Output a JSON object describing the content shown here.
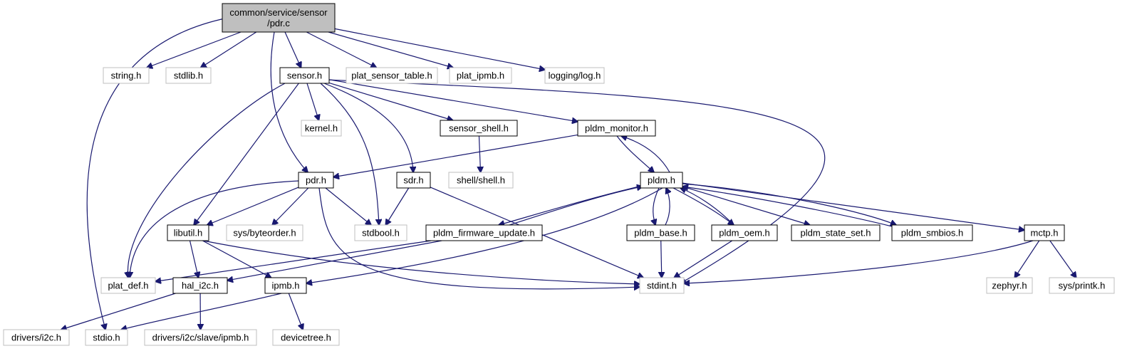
{
  "colors": {
    "edge": "#191970",
    "root_fill": "#bfbfbf",
    "root_stroke": "#000000",
    "local_stroke": "#000000",
    "external_stroke": "#bfbfbf",
    "text": "#000000"
  },
  "nodes": [
    {
      "id": "root",
      "lines": [
        "common/service/sensor",
        "/pdr.c"
      ],
      "kind": "root"
    },
    {
      "id": "string_h",
      "lines": [
        "string.h"
      ],
      "kind": "external"
    },
    {
      "id": "stdlib_h",
      "lines": [
        "stdlib.h"
      ],
      "kind": "external"
    },
    {
      "id": "sensor_h",
      "lines": [
        "sensor.h"
      ],
      "kind": "local"
    },
    {
      "id": "plat_sensor_table_h",
      "lines": [
        "plat_sensor_table.h"
      ],
      "kind": "external"
    },
    {
      "id": "plat_ipmb_h",
      "lines": [
        "plat_ipmb.h"
      ],
      "kind": "external"
    },
    {
      "id": "logging_log_h",
      "lines": [
        "logging/log.h"
      ],
      "kind": "external"
    },
    {
      "id": "kernel_h",
      "lines": [
        "kernel.h"
      ],
      "kind": "external"
    },
    {
      "id": "sensor_shell_h",
      "lines": [
        "sensor_shell.h"
      ],
      "kind": "local"
    },
    {
      "id": "pldm_monitor_h",
      "lines": [
        "pldm_monitor.h"
      ],
      "kind": "local"
    },
    {
      "id": "shell_shell_h",
      "lines": [
        "shell/shell.h"
      ],
      "kind": "external"
    },
    {
      "id": "pdr_h",
      "lines": [
        "pdr.h"
      ],
      "kind": "local"
    },
    {
      "id": "sdr_h",
      "lines": [
        "sdr.h"
      ],
      "kind": "local"
    },
    {
      "id": "pldm_h",
      "lines": [
        "pldm.h"
      ],
      "kind": "local"
    },
    {
      "id": "libutil_h",
      "lines": [
        "libutil.h"
      ],
      "kind": "local"
    },
    {
      "id": "sys_byteorder_h",
      "lines": [
        "sys/byteorder.h"
      ],
      "kind": "external"
    },
    {
      "id": "stdbool_h",
      "lines": [
        "stdbool.h"
      ],
      "kind": "external"
    },
    {
      "id": "pldm_firmware_update_h",
      "lines": [
        "pldm_firmware_update.h"
      ],
      "kind": "local"
    },
    {
      "id": "pldm_base_h",
      "lines": [
        "pldm_base.h"
      ],
      "kind": "local"
    },
    {
      "id": "pldm_oem_h",
      "lines": [
        "pldm_oem.h"
      ],
      "kind": "local"
    },
    {
      "id": "pldm_state_set_h",
      "lines": [
        "pldm_state_set.h"
      ],
      "kind": "local"
    },
    {
      "id": "pldm_smbios_h",
      "lines": [
        "pldm_smbios.h"
      ],
      "kind": "local"
    },
    {
      "id": "mctp_h",
      "lines": [
        "mctp.h"
      ],
      "kind": "local"
    },
    {
      "id": "plat_def_h",
      "lines": [
        "plat_def.h"
      ],
      "kind": "external"
    },
    {
      "id": "hal_i2c_h",
      "lines": [
        "hal_i2c.h"
      ],
      "kind": "local"
    },
    {
      "id": "ipmb_h",
      "lines": [
        "ipmb.h"
      ],
      "kind": "local"
    },
    {
      "id": "stdint_h",
      "lines": [
        "stdint.h"
      ],
      "kind": "external"
    },
    {
      "id": "zephyr_h",
      "lines": [
        "zephyr.h"
      ],
      "kind": "external"
    },
    {
      "id": "sys_printk_h",
      "lines": [
        "sys/printk.h"
      ],
      "kind": "external"
    },
    {
      "id": "drivers_i2c_h",
      "lines": [
        "drivers/i2c.h"
      ],
      "kind": "external"
    },
    {
      "id": "stdio_h",
      "lines": [
        "stdio.h"
      ],
      "kind": "external"
    },
    {
      "id": "drivers_i2c_slave_ipmb_h",
      "lines": [
        "drivers/i2c/slave/ipmb.h"
      ],
      "kind": "external"
    },
    {
      "id": "devicetree_h",
      "lines": [
        "devicetree.h"
      ],
      "kind": "external"
    }
  ],
  "edges": [
    {
      "from": "root",
      "to": "stdio_h"
    },
    {
      "from": "root",
      "to": "string_h"
    },
    {
      "from": "root",
      "to": "stdlib_h"
    },
    {
      "from": "root",
      "to": "pdr_h"
    },
    {
      "from": "root",
      "to": "sensor_h"
    },
    {
      "from": "root",
      "to": "plat_sensor_table_h"
    },
    {
      "from": "root",
      "to": "plat_ipmb_h"
    },
    {
      "from": "root",
      "to": "logging_log_h"
    },
    {
      "from": "sensor_h",
      "to": "plat_def_h"
    },
    {
      "from": "sensor_h",
      "to": "libutil_h"
    },
    {
      "from": "sensor_h",
      "to": "kernel_h"
    },
    {
      "from": "sensor_h",
      "to": "stdbool_h"
    },
    {
      "from": "sensor_h",
      "to": "sdr_h"
    },
    {
      "from": "sensor_h",
      "to": "sensor_shell_h"
    },
    {
      "from": "sensor_h",
      "to": "pldm_monitor_h"
    },
    {
      "from": "sensor_h",
      "to": "stdint_h"
    },
    {
      "from": "sensor_shell_h",
      "to": "shell_shell_h"
    },
    {
      "from": "pldm_monitor_h",
      "to": "pdr_h"
    },
    {
      "from": "pldm_monitor_h",
      "to": "pldm_h"
    },
    {
      "from": "pldm_h",
      "to": "pldm_monitor_h"
    },
    {
      "from": "pdr_h",
      "to": "plat_def_h"
    },
    {
      "from": "pdr_h",
      "to": "libutil_h"
    },
    {
      "from": "pdr_h",
      "to": "sys_byteorder_h"
    },
    {
      "from": "pdr_h",
      "to": "stdbool_h"
    },
    {
      "from": "pdr_h",
      "to": "stdint_h"
    },
    {
      "from": "sdr_h",
      "to": "stdbool_h"
    },
    {
      "from": "sdr_h",
      "to": "stdint_h"
    },
    {
      "from": "pldm_h",
      "to": "pldm_firmware_update_h"
    },
    {
      "from": "pldm_firmware_update_h",
      "to": "pldm_h"
    },
    {
      "from": "pldm_h",
      "to": "ipmb_h"
    },
    {
      "from": "pldm_h",
      "to": "pldm_base_h"
    },
    {
      "from": "pldm_base_h",
      "to": "pldm_h"
    },
    {
      "from": "pldm_h",
      "to": "pldm_oem_h"
    },
    {
      "from": "pldm_oem_h",
      "to": "pldm_h"
    },
    {
      "from": "pldm_h",
      "to": "pldm_state_set_h"
    },
    {
      "from": "pldm_h",
      "to": "pldm_smbios_h"
    },
    {
      "from": "pldm_smbios_h",
      "to": "pldm_h"
    },
    {
      "from": "pldm_h",
      "to": "mctp_h"
    },
    {
      "from": "pldm_firmware_update_h",
      "to": "plat_def_h"
    },
    {
      "from": "pldm_firmware_update_h",
      "to": "hal_i2c_h"
    },
    {
      "from": "pldm_base_h",
      "to": "stdint_h"
    },
    {
      "from": "pldm_oem_h",
      "to": "stdint_h"
    },
    {
      "from": "mctp_h",
      "to": "stdint_h"
    },
    {
      "from": "mctp_h",
      "to": "zephyr_h"
    },
    {
      "from": "mctp_h",
      "to": "sys_printk_h"
    },
    {
      "from": "libutil_h",
      "to": "hal_i2c_h"
    },
    {
      "from": "libutil_h",
      "to": "ipmb_h"
    },
    {
      "from": "libutil_h",
      "to": "stdint_h"
    },
    {
      "from": "hal_i2c_h",
      "to": "drivers_i2c_h"
    },
    {
      "from": "hal_i2c_h",
      "to": "drivers_i2c_slave_ipmb_h"
    },
    {
      "from": "ipmb_h",
      "to": "stdio_h"
    },
    {
      "from": "ipmb_h",
      "to": "devicetree_h"
    }
  ]
}
